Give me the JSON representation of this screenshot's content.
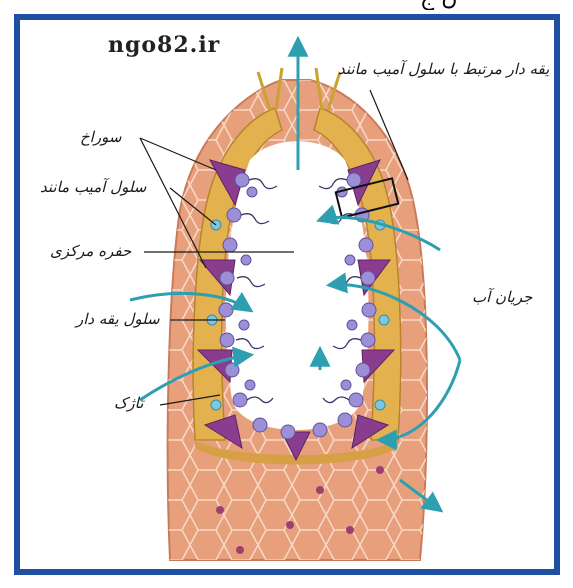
{
  "header_fragment": "ن ج",
  "watermark": "ngo82.ir",
  "labels": {
    "collar_cell_connection": "سلول یقه دار مرتبط با سلول آمیب مانند",
    "pore": "سوراخ",
    "amoeboid_cell": "سلول آمیب مانند",
    "central_cavity": "حفره مرکزی",
    "collar_cell": "سلول یقه دار",
    "spicule": "تاژک",
    "water_flow": "جریان آب"
  },
  "colors": {
    "frame": "#1f4fa3",
    "body_wall": "#e8a07c",
    "mesohyl": "#e3b24f",
    "collar_cells": "#9d8fd6",
    "pore_cells": "#8a3d8f",
    "arrows": "#2d9fb0"
  }
}
